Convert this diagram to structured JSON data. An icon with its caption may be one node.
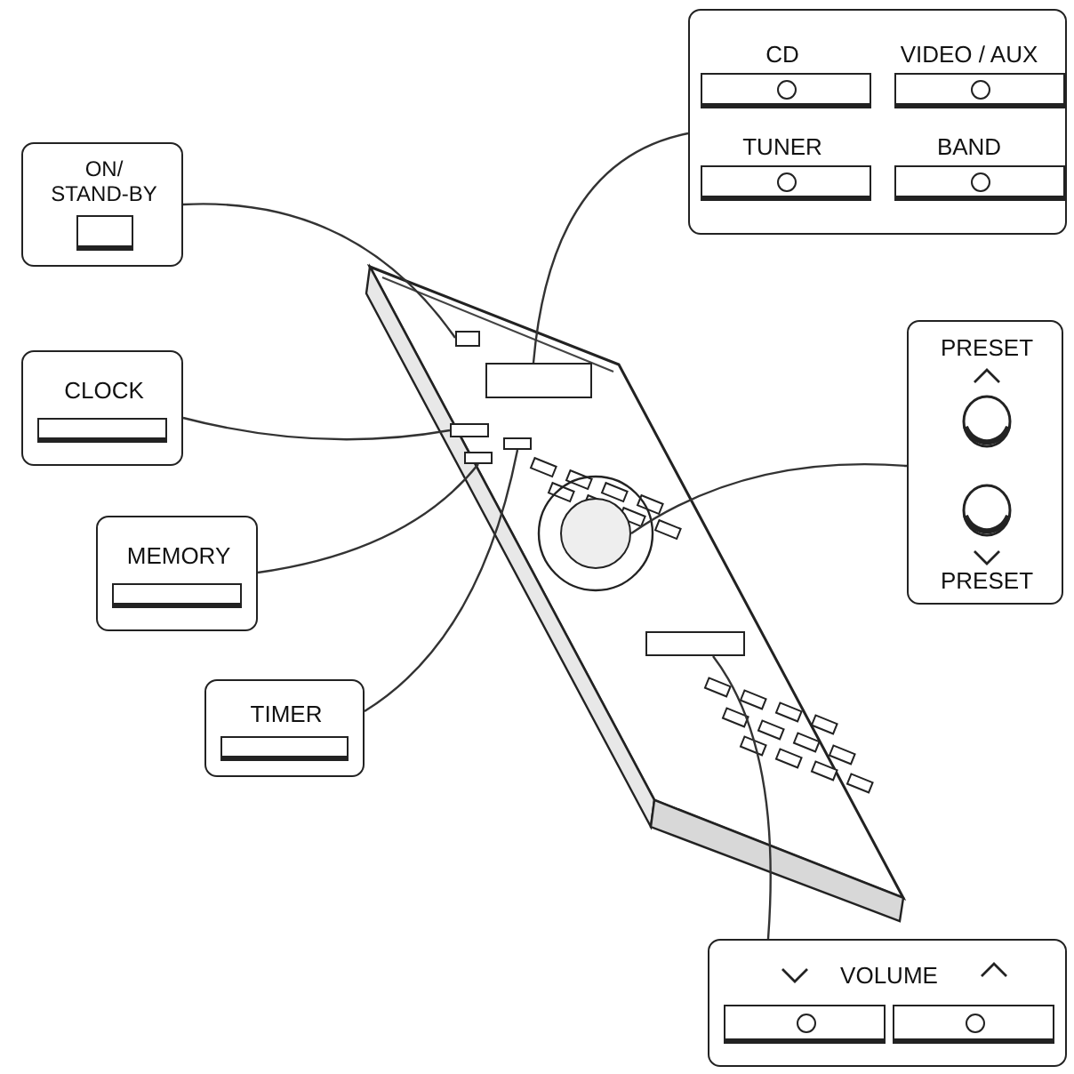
{
  "diagram": {
    "nodes": [
      {
        "text": [
          "ON/ STAND-BY"
        ]
      },
      {
        "text": [
          "CD",
          "VIDEO / AUX",
          "TUNER",
          "BAND"
        ]
      },
      {
        "text": [
          "PRESET",
          "PRESET"
        ]
      },
      {
        "text": [
          "CLOCK"
        ]
      },
      {
        "text": [
          "MEMORY"
        ]
      },
      {
        "text": [
          "TIMER"
        ]
      },
      {
        "text": [
          "VOLUME"
        ]
      },
      {
        "text": [],
        "shape": "picture"
      },
      {
        "text": [],
        "shape": "box",
        "in": 7
      },
      {
        "text": [],
        "shape": "box",
        "in": 7
      },
      {
        "text": [],
        "shape": "box",
        "in": 7
      },
      {
        "text": [],
        "shape": "box",
        "in": 7
      },
      {
        "text": [],
        "shape": "box",
        "in": 7
      },
      {
        "text": [],
        "shape": "circle",
        "in": 7
      },
      {
        "text": [],
        "shape": "box",
        "in": 7
      }
    ],
    "edges": [
      {
        "from": 0,
        "to": 8,
        "arrow": "none"
      },
      {
        "from": 1,
        "to": 9,
        "arrow": "none"
      },
      {
        "from": 3,
        "to": 10,
        "arrow": "none"
      },
      {
        "from": 4,
        "to": 11,
        "arrow": "none"
      },
      {
        "from": 5,
        "to": 12,
        "arrow": "none"
      },
      {
        "from": 2,
        "to": 13,
        "arrow": "none"
      },
      {
        "from": 6,
        "to": 14,
        "arrow": "none"
      }
    ]
  }
}
